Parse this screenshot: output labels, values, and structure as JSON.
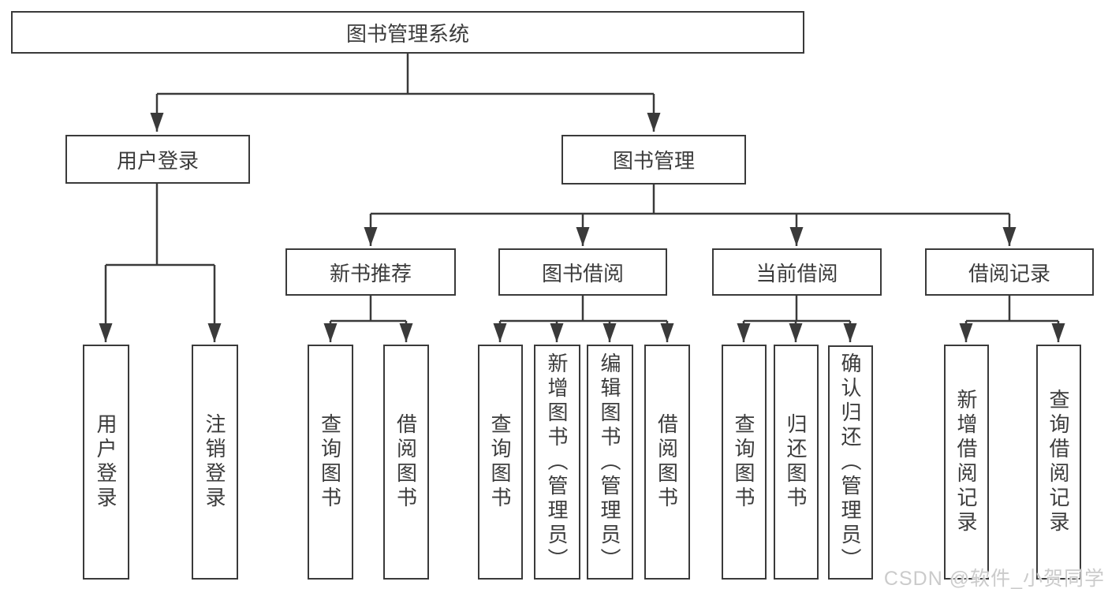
{
  "diagram": {
    "root": {
      "label": "图书管理系统",
      "children": [
        {
          "label": "用户登录",
          "children": [
            {
              "label": "用户登录"
            },
            {
              "label": "注销登录"
            }
          ]
        },
        {
          "label": "图书管理",
          "children": [
            {
              "label": "新书推荐",
              "children": [
                {
                  "label": "查询图书"
                },
                {
                  "label": "借阅图书"
                }
              ]
            },
            {
              "label": "图书借阅",
              "children": [
                {
                  "label": "查询图书"
                },
                {
                  "label": "新增图书（管理员）"
                },
                {
                  "label": "编辑图书（管理员）"
                },
                {
                  "label": "借阅图书"
                }
              ]
            },
            {
              "label": "当前借阅",
              "children": [
                {
                  "label": "查询图书"
                },
                {
                  "label": "归还图书"
                },
                {
                  "label": "确认归还（管理员）"
                }
              ]
            },
            {
              "label": "借阅记录",
              "children": [
                {
                  "label": "新增借阅记录"
                },
                {
                  "label": "查询借阅记录"
                }
              ]
            }
          ]
        }
      ]
    }
  },
  "watermark": {
    "text": "CSDN @软件_小贺同学"
  },
  "style": {
    "line_color": "#3a3a3a",
    "text_color": "#3c3c3c",
    "watermark_color": "#cbcbcb",
    "background": "#ffffff"
  }
}
